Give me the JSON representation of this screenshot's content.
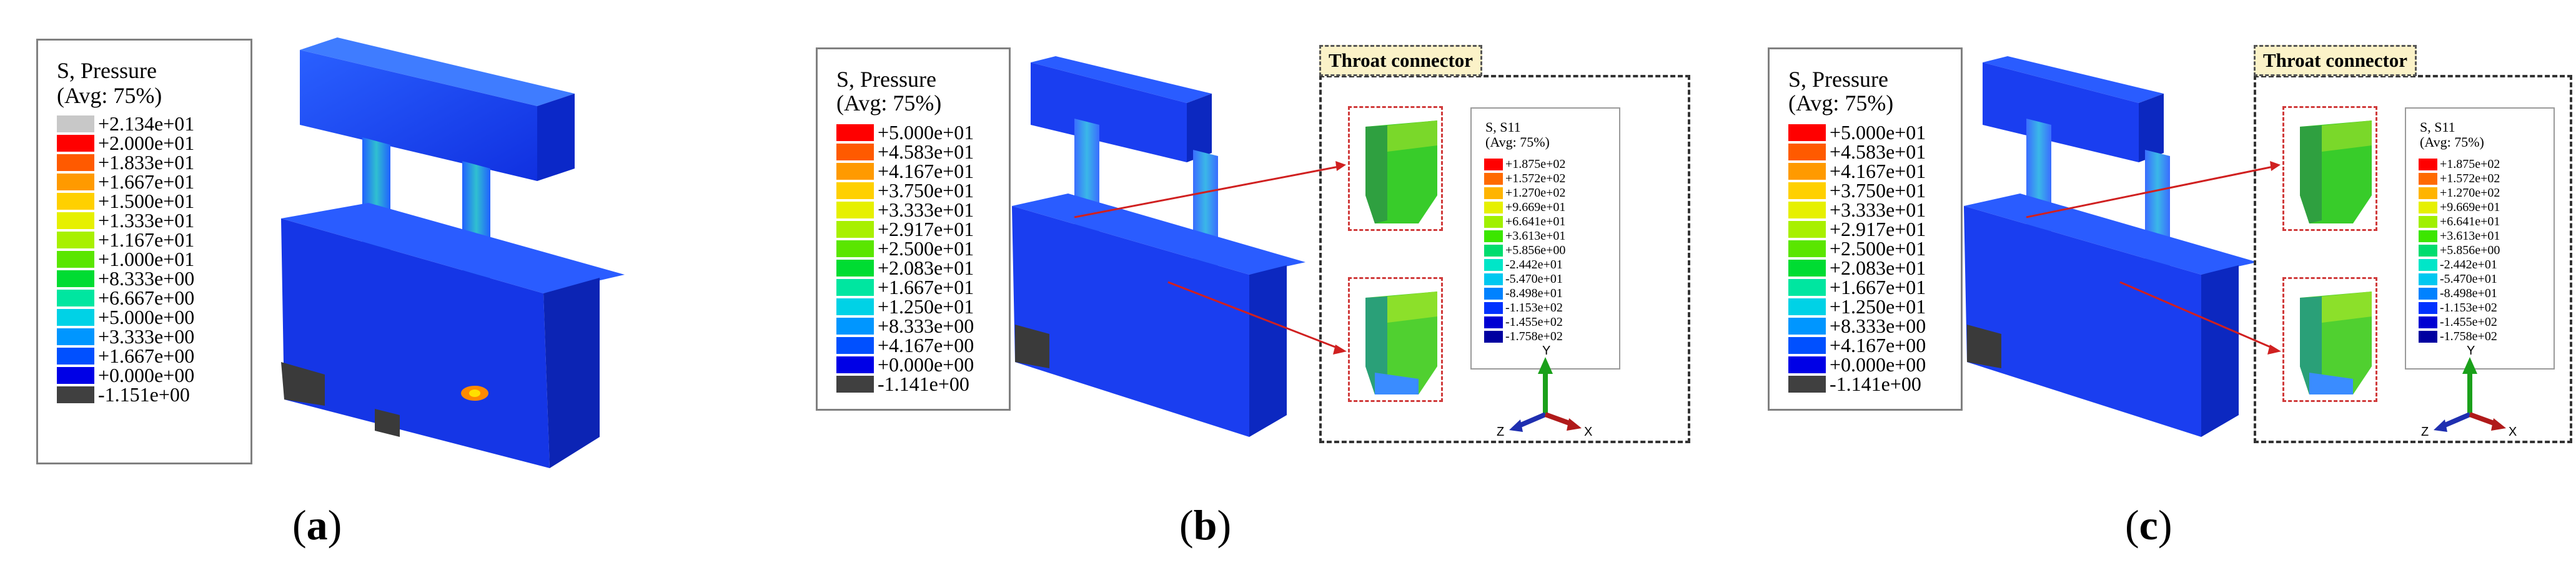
{
  "panels": [
    {
      "caption": "a",
      "legend": {
        "title_line1": "S, Pressure",
        "title_line2": "(Avg: 75%)",
        "entries": [
          {
            "label": "+2.134e+01",
            "color": "#c8c8c8"
          },
          {
            "label": "+2.000e+01",
            "color": "#ff0000"
          },
          {
            "label": "+1.833e+01",
            "color": "#ff5a00"
          },
          {
            "label": "+1.667e+01",
            "color": "#ff9a00"
          },
          {
            "label": "+1.500e+01",
            "color": "#ffd000"
          },
          {
            "label": "+1.333e+01",
            "color": "#e6f000"
          },
          {
            "label": "+1.167e+01",
            "color": "#a8f000"
          },
          {
            "label": "+1.000e+01",
            "color": "#5ae600"
          },
          {
            "label": "+8.333e+00",
            "color": "#00dc32"
          },
          {
            "label": "+6.667e+00",
            "color": "#00e6a0"
          },
          {
            "label": "+5.000e+00",
            "color": "#00d2e6"
          },
          {
            "label": "+3.333e+00",
            "color": "#0096ff"
          },
          {
            "label": "+1.667e+00",
            "color": "#0050ff"
          },
          {
            "label": "+0.000e+00",
            "color": "#0000e6"
          },
          {
            "label": "-1.151e+00",
            "color": "#404040"
          }
        ]
      }
    },
    {
      "caption": "b",
      "legend": {
        "title_line1": "S, Pressure",
        "title_line2": "(Avg: 75%)",
        "entries": [
          {
            "label": "+5.000e+01",
            "color": "#ff0000"
          },
          {
            "label": "+4.583e+01",
            "color": "#ff5a00"
          },
          {
            "label": "+4.167e+01",
            "color": "#ff9a00"
          },
          {
            "label": "+3.750e+01",
            "color": "#ffd000"
          },
          {
            "label": "+3.333e+01",
            "color": "#e6f000"
          },
          {
            "label": "+2.917e+01",
            "color": "#a8f000"
          },
          {
            "label": "+2.500e+01",
            "color": "#5ae600"
          },
          {
            "label": "+2.083e+01",
            "color": "#00dc32"
          },
          {
            "label": "+1.667e+01",
            "color": "#00e6a0"
          },
          {
            "label": "+1.250e+01",
            "color": "#00d2e6"
          },
          {
            "label": "+8.333e+00",
            "color": "#0096ff"
          },
          {
            "label": "+4.167e+00",
            "color": "#0050ff"
          },
          {
            "label": "+0.000e+00",
            "color": "#0000e6"
          },
          {
            "label": "-1.141e+00",
            "color": "#404040"
          }
        ]
      },
      "inset": {
        "tag": "Throat connector",
        "s11": {
          "title_line1": "S, S11",
          "title_line2": "(Avg: 75%)",
          "entries": [
            {
              "label": "+1.875e+02",
              "color": "#ff0000"
            },
            {
              "label": "+1.572e+02",
              "color": "#ff6a00"
            },
            {
              "label": "+1.270e+02",
              "color": "#ffb400"
            },
            {
              "label": "+9.669e+01",
              "color": "#e6f000"
            },
            {
              "label": "+6.641e+01",
              "color": "#a0f000"
            },
            {
              "label": "+3.613e+01",
              "color": "#3ce600"
            },
            {
              "label": "+5.856e+00",
              "color": "#00dc6e"
            },
            {
              "label": "-2.442e+01",
              "color": "#00e6c8"
            },
            {
              "label": "-5.470e+01",
              "color": "#00c8f0"
            },
            {
              "label": "-8.498e+01",
              "color": "#0082ff"
            },
            {
              "label": "-1.153e+02",
              "color": "#0032ff"
            },
            {
              "label": "-1.455e+02",
              "color": "#0000d2"
            },
            {
              "label": "-1.758e+02",
              "color": "#0000a0"
            }
          ]
        },
        "axes": {
          "y": "Y",
          "z": "Z",
          "x": "X"
        }
      }
    },
    {
      "caption": "c",
      "legend": {
        "title_line1": "S, Pressure",
        "title_line2": "(Avg: 75%)",
        "entries": [
          {
            "label": "+5.000e+01",
            "color": "#ff0000"
          },
          {
            "label": "+4.583e+01",
            "color": "#ff5a00"
          },
          {
            "label": "+4.167e+01",
            "color": "#ff9a00"
          },
          {
            "label": "+3.750e+01",
            "color": "#ffd000"
          },
          {
            "label": "+3.333e+01",
            "color": "#e6f000"
          },
          {
            "label": "+2.917e+01",
            "color": "#a8f000"
          },
          {
            "label": "+2.500e+01",
            "color": "#5ae600"
          },
          {
            "label": "+2.083e+01",
            "color": "#00dc32"
          },
          {
            "label": "+1.667e+01",
            "color": "#00e6a0"
          },
          {
            "label": "+1.250e+01",
            "color": "#00d2e6"
          },
          {
            "label": "+8.333e+00",
            "color": "#0096ff"
          },
          {
            "label": "+4.167e+00",
            "color": "#0050ff"
          },
          {
            "label": "+0.000e+00",
            "color": "#0000e6"
          },
          {
            "label": "-1.141e+00",
            "color": "#404040"
          }
        ]
      },
      "inset": {
        "tag": "Throat connector",
        "s11": {
          "title_line1": "S, S11",
          "title_line2": "(Avg: 75%)",
          "entries": [
            {
              "label": "+1.875e+02",
              "color": "#ff0000"
            },
            {
              "label": "+1.572e+02",
              "color": "#ff6a00"
            },
            {
              "label": "+1.270e+02",
              "color": "#ffb400"
            },
            {
              "label": "+9.669e+01",
              "color": "#e6f000"
            },
            {
              "label": "+6.641e+01",
              "color": "#a0f000"
            },
            {
              "label": "+3.613e+01",
              "color": "#3ce600"
            },
            {
              "label": "+5.856e+00",
              "color": "#00dc6e"
            },
            {
              "label": "-2.442e+01",
              "color": "#00e6c8"
            },
            {
              "label": "-5.470e+01",
              "color": "#00c8f0"
            },
            {
              "label": "-8.498e+01",
              "color": "#0082ff"
            },
            {
              "label": "-1.153e+02",
              "color": "#0032ff"
            },
            {
              "label": "-1.455e+02",
              "color": "#0000d2"
            },
            {
              "label": "-1.758e+02",
              "color": "#0000a0"
            }
          ]
        },
        "axes": {
          "y": "Y",
          "z": "Z",
          "x": "X"
        }
      }
    }
  ]
}
